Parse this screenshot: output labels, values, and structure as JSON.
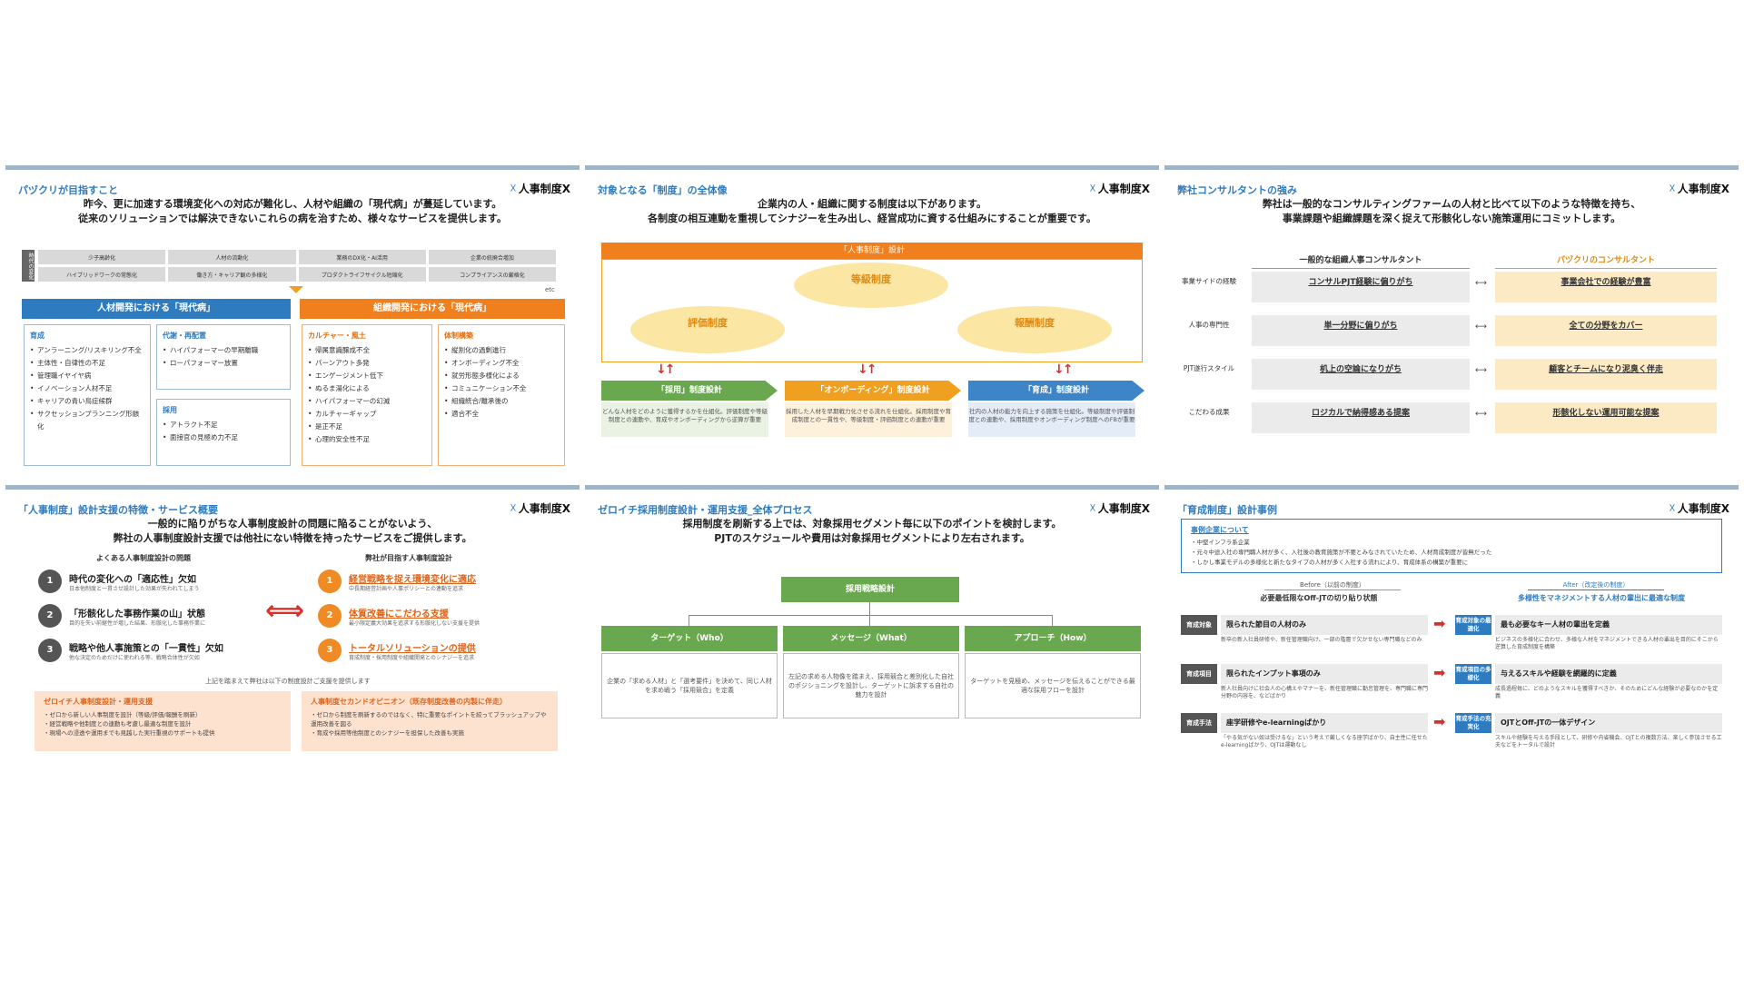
{
  "logo_text": "人事制度X",
  "slides": {
    "s1": {
      "title": "パヅクリが目指すこと",
      "lead": "昨今、更に加速する環境変化への対応が難化し、人材や組織の「現代病」が蔓延しています。\n従来のソリューションでは解決できないこれらの病を治すため、様々なサービスを提供します。",
      "side_label": "時代の変化",
      "trends": [
        "少子高齢化",
        "人材の流動化",
        "業務のDX化・AI活用",
        "企業の統廃合増加",
        "ハイブリッドワークの常態化",
        "働き方・キャリア観の多様化",
        "プロダクトライフサイクル短縮化",
        "コンプライアンスの厳格化"
      ],
      "etc": "etc",
      "left_header": "人材開発における「現代病」",
      "right_header": "組織開発における「現代病」",
      "panels": [
        {
          "title": "育成",
          "items": [
            "アンラーニング/リスキリング不全",
            "主体性・自律性の不足",
            "管理職イヤイヤ病",
            "イノベーション人材不足",
            "キャリアの青い鳥症候群",
            "サクセッションプランニング形骸化"
          ]
        },
        {
          "title": "代謝・再配置",
          "items": [
            "ハイパフォーマーの早期離職",
            "ローパフォーマー放置"
          ]
        },
        {
          "title": "採用",
          "items": [
            "アトラクト不足",
            "面接官の見極め力不足"
          ]
        },
        {
          "title": "カルチャー・風土",
          "items": [
            "帰属意識醸成不全",
            "パーンアウト多発",
            "エンゲージメント低下",
            "ぬるま湯化による",
            "ハイパフォーマーの幻滅",
            "カルチャーギャップ",
            "是正不足",
            "心理的安全性不足"
          ]
        },
        {
          "title": "体制構築",
          "items": [
            "縦割化の過剰進行",
            "オンボーディング不全",
            "就労形態多様化による",
            "コミュニケーション不全",
            "組織統合/離承後の",
            "適合不全"
          ]
        }
      ]
    },
    "s2": {
      "title": "対象となる「制度」の全体像",
      "lead": "企業内の人・組織に関する制度は以下があります。\n各制度の相互連動を重視してシナジーを生み出し、経営成功に資する仕組みにすることが重要です。",
      "band": "「人事制度」設計",
      "center": "等級制度",
      "left": "評価制度",
      "right": "報酬制度",
      "tags": [
        "「採用」制度設計",
        "「オンボーディング」制度設計",
        "「育成」制度設計"
      ],
      "descs": [
        "どんな人材をどのように獲得するかを仕組化。評価制度や等級制度との連動や、育成やオンボーディングから逆算が重要",
        "採用した人材を早期戦力化させる流れを仕組化。採用制度や育成制度との一貫性や、等級制度・評価制度との連動が重要",
        "社内の人材の能力を向上する施策を仕組化。等級制度や評価制度との連動や、採用制度やオンボーディング制度へのFBが重要"
      ],
      "colors": {
        "tag1": "#6aa84f",
        "tag2": "#f0a020",
        "tag3": "#3d85c6"
      }
    },
    "s3": {
      "title": "弊社コンサルタントの強み",
      "lead": "弊社は一般的なコンサルティングファームの人材と比べて以下のような特徴を持ち、\n事業課題や組織課題を深く捉えて形骸化しない施策運用にコミットします。",
      "col_left": "一般的な組織人事コンサルタント",
      "col_right": "パヅクリのコンサルタント",
      "rows": [
        {
          "label": "事業サイドの経験",
          "left": "コンサルPJT経験に偏りがち",
          "right": "事業会社での経験が豊富"
        },
        {
          "label": "人事の専門性",
          "left": "単一分野に偏りがち",
          "right": "全ての分野をカバー"
        },
        {
          "label": "PJT遂行スタイル",
          "left": "机上の空論になりがち",
          "right": "顧客とチームになり泥臭く伴走"
        },
        {
          "label": "こだわる成果",
          "left": "ロジカルで納得感ある提案",
          "right": "形骸化しない運用可能な提案"
        }
      ]
    },
    "s4": {
      "title": "「人事制度」設計支援の特徴・サービス概要",
      "lead": "一般的に陥りがちな人事制度設計の問題に陥ることがないよう、\n弊社の人事制度設計支援では他社にない特徴を持ったサービスをご提供します。",
      "left_head": "よくある人事制度設計の問題",
      "right_head": "弊社が目指す人事制度設計",
      "problems": [
        {
          "n": "1",
          "h": "時代の変化への「適応性」欠如",
          "d": "日本他制度と一貫させ設計した効果が失われてしまう"
        },
        {
          "n": "2",
          "h": "「形骸化した事務作業の山」状態",
          "d": "目的を失い前継性が増した結果、形骸化した事務作業に"
        },
        {
          "n": "3",
          "h": "戦略や他人事施策との「一貫性」欠如",
          "d": "他な決定のためだけに使われる等、戦略合体性が欠如"
        }
      ],
      "solutions": [
        {
          "n": "1",
          "h": "経営戦略を捉え環境変化に適応",
          "d": "中長期経営計画や人事ポリシーとの連動を追求"
        },
        {
          "n": "2",
          "h": "体質改善にこだわる支援",
          "d": "最小限定義大効果を追求する形骸化しない支援を提供"
        },
        {
          "n": "3",
          "h": "トータルソリューションの提供",
          "d": "育成制度・採用制度や組織開発とのシナジーを追求"
        }
      ],
      "note": "上記を踏まえて弊社は以下の制度設計ご支援を提供します",
      "box_left_title": "ゼロイチ人事制度設計・運用支援",
      "box_left_items": [
        "・ゼロから新しい人事制度を設計（等級/評価/報酬を刷新）",
        "・経営戦略や他制度との連動も考慮し最適な制度を設計",
        "・現場への浸透や運用までも見越した実行重視のサポートも提供"
      ],
      "box_right_title": "人事制度セカンドオピニオン（既存制度改善の内製に伴走）",
      "box_right_items": [
        "・ゼロから制度を刷新するのではなく、特に重要なポイントを絞ってブラッシュアップや運用改善を図る",
        "・育成や採用等他制度とのシナジーを担保した改善も実施"
      ]
    },
    "s5": {
      "title": "ゼロイチ採用制度設計・運用支援_全体プロセス",
      "lead": "採用制度を刷新する上では、対象採用セグメント毎に以下のポイントを検討します。\nPJTのスケジュールや費用は対象採用セグメントにより左右されます。",
      "root": "採用戦略設計",
      "nodes": [
        "ターゲット（Who）",
        "メッセージ（What）",
        "アプローチ（How）"
      ],
      "descs": [
        "企業の「求める人材」と「選考要件」を決めて、同じ人材を求め戦う「採用競合」を定義",
        "左記の求める人物像を踏まえ、採用競合と差別化した自社のポジショニングを設計し、ターゲットに訴求する自社の魅力を設計",
        "ターゲットを見極め、メッセージを伝えることができる最適な採用フローを設計"
      ]
    },
    "s6": {
      "title": "「育成制度」設計事例",
      "case_title": "事例企業について",
      "case_items": [
        "・中堅インフラ系企業",
        "・元々中途入社の専門職人材が多く、入社後の教育施策が不要とみなされていたため、人材育成制度が皆無だった",
        "・しかし事業モデルの多様化と新たなタイプの人材が多く入社する流れにより、育成体系の構築が重要に"
      ],
      "before_label": "Before（以前の制度）",
      "before_title": "必要最低限なOff-JTの切り貼り状態",
      "after_label": "After（改定後の制度）",
      "after_title": "多様性をマネジメントする人材の輩出に最適な制度",
      "rows": [
        {
          "tag": "育成対象",
          "before": "限られた節目の人材のみ",
          "before_d": "新卒の新入社員研修や、新任管理職向け、一部の階層で欠かせない専門職などのみ",
          "after_tag": "育成対象の最適化",
          "after": "最も必要なキー人材の輩出を定義",
          "after_d": "ビジネスの多様化に合わせ、多様な人材をマネジメントできる人材の輩出を目的にそこから逆算した育成制度を構築"
        },
        {
          "tag": "育成項目",
          "before": "限られたインプット事項のみ",
          "before_d": "新人社員向けに社会人の心構えやマナーを、新任管理職に勤怠管理を、専門職に専門分野の内容を、などばかり",
          "after_tag": "育成項目の多様化",
          "after": "与えるスキルや経験を網羅的に定義",
          "after_d": "成長過程毎に、どのようなスキルを獲得すべきか、そのためにどんな経験が必要なのかを定義"
        },
        {
          "tag": "育成手法",
          "before": "座学研修やe-learningばかり",
          "before_d": "「やる気がない奴は受けるな」という考えで厳しくなる座学ばかり、自主性に任せたe-learningばかり、OJTは運動なし",
          "after_tag": "育成手法の充実化",
          "after": "OJTとOff-JTの一体デザイン",
          "after_d": "スキルや経験を与える手段として、研修や内省機会、OJTとの複数方法、楽しく参加させる工夫などをトータルで設計"
        }
      ]
    }
  }
}
